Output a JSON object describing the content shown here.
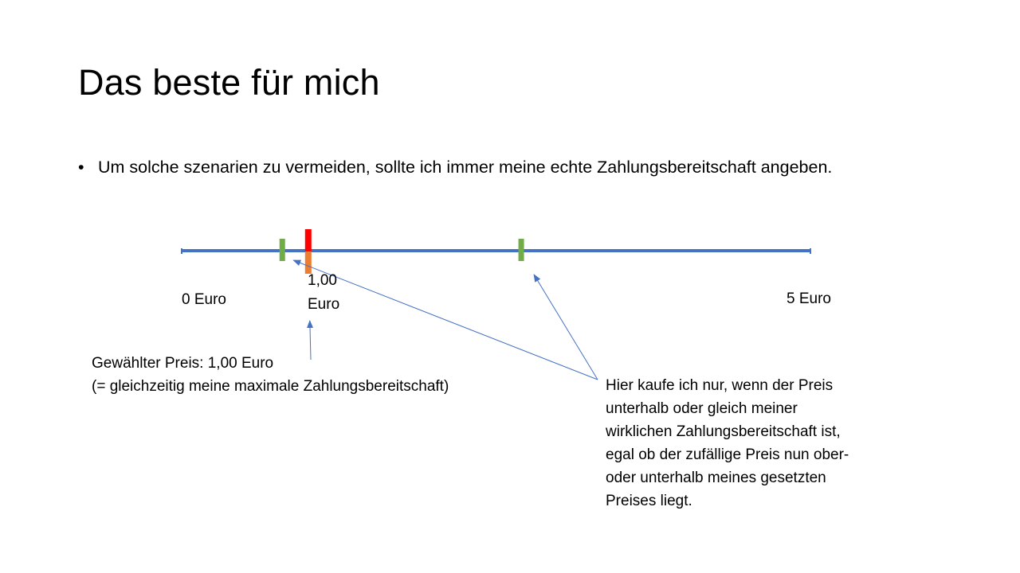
{
  "slide": {
    "title": "Das beste für mich",
    "bullet": {
      "symbol": "•",
      "text": "Um solche szenarien zu vermeiden, sollte ich immer meine echte Zahlungsbereitschaft angeben."
    }
  },
  "number_line": {
    "min_value": 0,
    "max_value": 5,
    "label_min": "0 Euro",
    "label_max": "5 Euro",
    "axis_color": "#4472C4",
    "chosen_price": {
      "value": 1.0,
      "label_line1": "1,00",
      "label_line2": "Euro",
      "top_color": "#FF0000",
      "bottom_color": "#ED7D31"
    },
    "green_markers": [
      {
        "value": 0.8,
        "color": "#70AD47"
      },
      {
        "value": 2.7,
        "color": "#70AD47"
      }
    ]
  },
  "annotations": {
    "chosen": {
      "line1": "Gewählter Preis: 1,00 Euro",
      "line2": "(= gleichzeitig meine maximale Zahlungsbereitschaft)"
    },
    "note": {
      "lines": [
        "Hier kaufe ich nur, wenn der Preis",
        "unterhalb oder gleich meiner",
        "wirklichen Zahlungsbereitschaft ist,",
        "egal ob der zufällige Preis nun ober-",
        "oder unterhalb meines gesetzten",
        "Preises liegt."
      ]
    },
    "arrow_color": "#4472C4"
  }
}
